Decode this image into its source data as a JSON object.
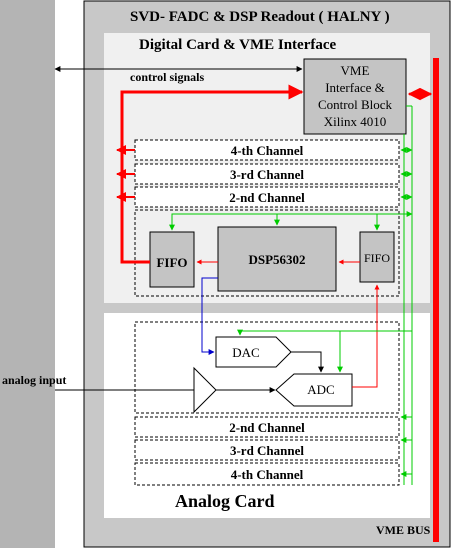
{
  "title": "SVD- FADC & DSP  Readout  ( HALNY )",
  "digital_card": {
    "title": "Digital Card  & VME  Interface",
    "control_signals": "control signals",
    "vme_block": [
      "VME",
      "Interface &",
      "Control Block",
      "Xilinx 4010"
    ],
    "channels": [
      "4-th Channel",
      "3-rd Channel",
      "2-nd Channel"
    ],
    "fifo_left": "FIFO",
    "dsp": "DSP56302",
    "fifo_right": "FIFO"
  },
  "analog_card": {
    "title": "Analog Card",
    "analog_input": "analog input",
    "dac": "DAC",
    "adc": "ADC",
    "channels": [
      "2-nd Channel",
      "3-rd Channel",
      "4-th Channel"
    ]
  },
  "bus_label": "VME BUS",
  "colors": {
    "red": "#ff0000",
    "green": "#00cc00",
    "blue": "#0000cc",
    "dark_gray": "#b4b4b4",
    "panel_gray": "#c8c8c8",
    "card_bg": "#f0f0f0",
    "block_gray": "#c4c4c4"
  }
}
